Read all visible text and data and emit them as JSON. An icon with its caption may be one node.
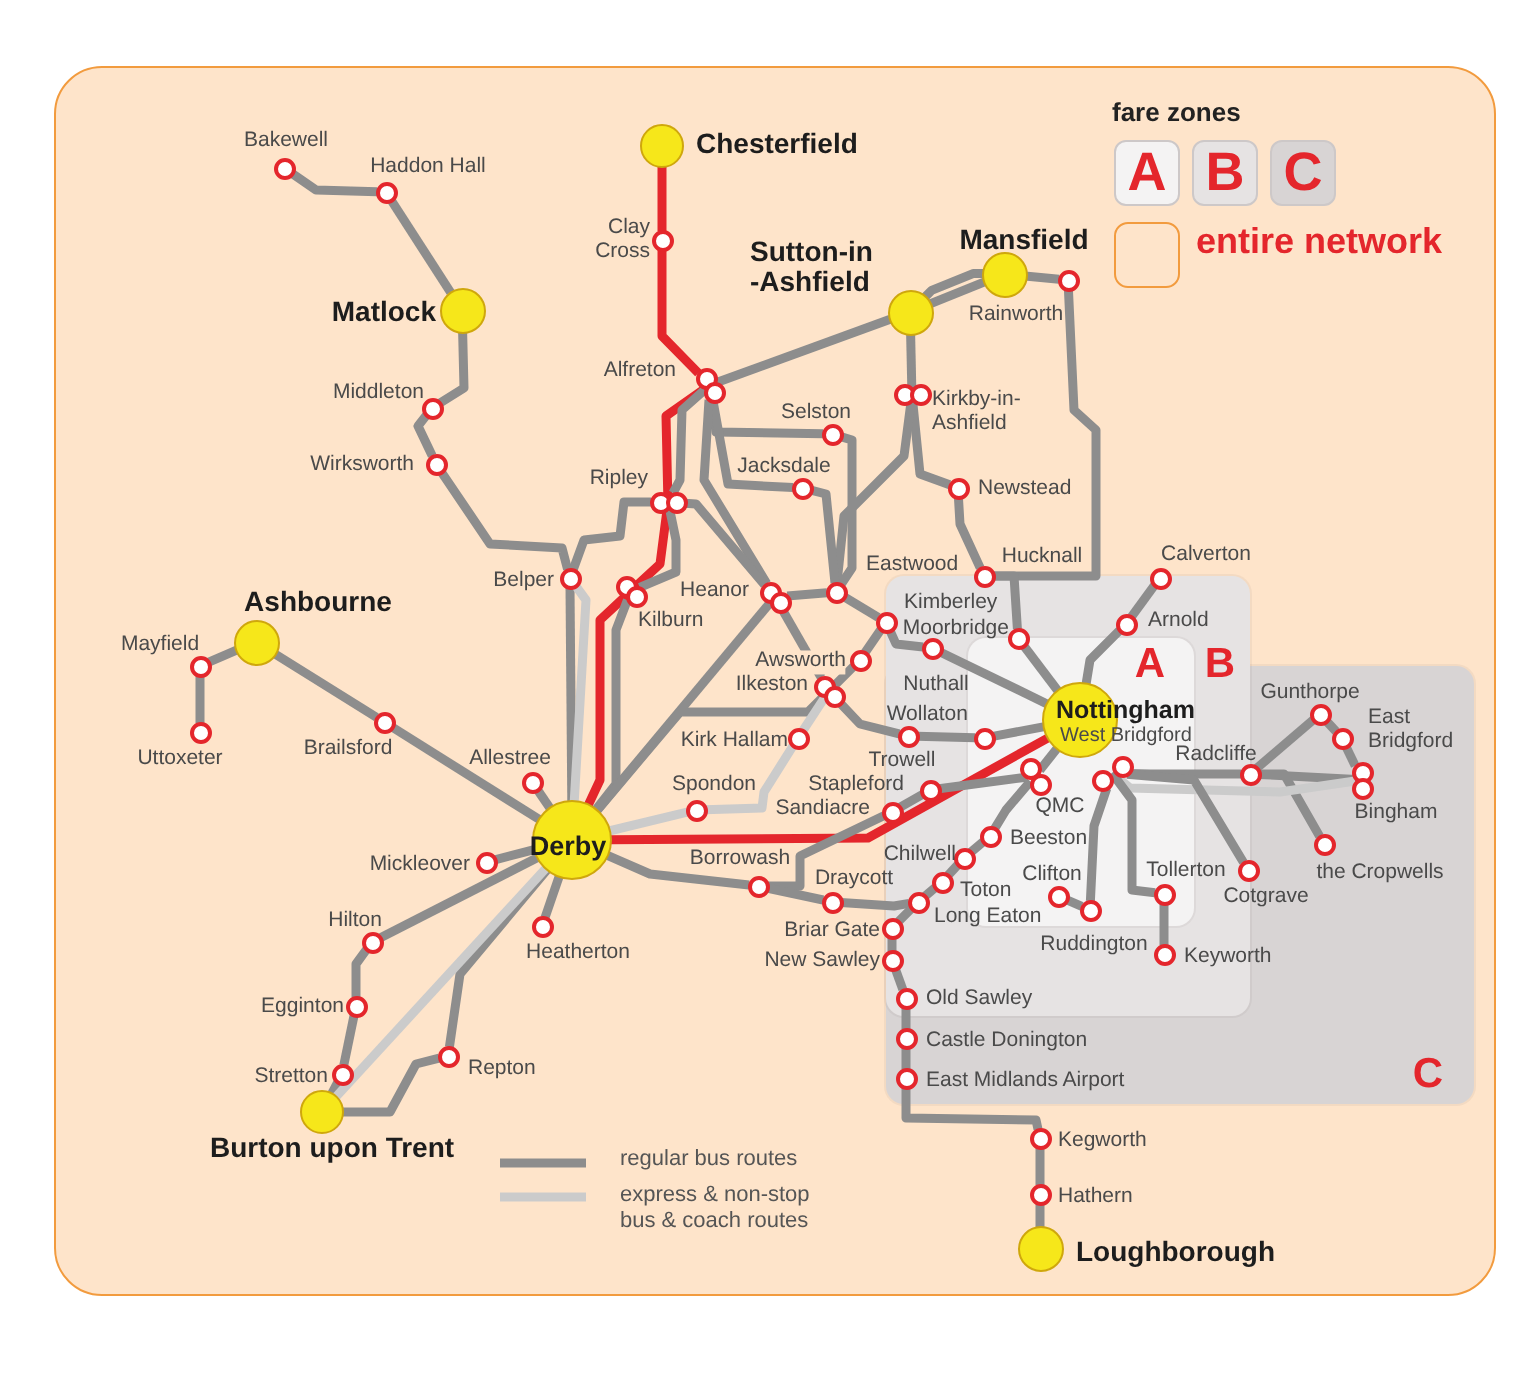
{
  "diagram": {
    "nodes": [
      {
        "text": [
          "Chesterfield"
        ]
      },
      {
        "text": [
          "Bakewell"
        ]
      },
      {
        "text": [
          "Haddon Hall"
        ]
      },
      {
        "text": [
          "Clay Cross"
        ]
      },
      {
        "text": [
          "Mansfield"
        ]
      },
      {
        "text": [
          "Rainworth"
        ]
      },
      {
        "text": [
          "Matlock"
        ]
      },
      {
        "text": [
          "Sutton-in -Ashfield"
        ]
      },
      {
        "text": [
          "Alfreton"
        ]
      },
      {
        "text": [
          "Kirkby-in- Ashfield"
        ]
      },
      {
        "text": [
          "Middleton"
        ]
      },
      {
        "text": [
          "Selston"
        ]
      },
      {
        "text": [
          "Wirksworth"
        ]
      },
      {
        "text": [
          "Jacksdale"
        ]
      },
      {
        "text": [
          "Newstead"
        ]
      },
      {
        "text": [
          "Ripley"
        ]
      },
      {
        "text": [
          "Hucknall"
        ]
      },
      {
        "text": [
          "Calverton"
        ]
      },
      {
        "text": [
          "Belper"
        ]
      },
      {
        "text": [
          "Kilburn"
        ]
      },
      {
        "text": [
          "Heanor"
        ]
      },
      {
        "text": [
          "Eastwood"
        ]
      },
      {
        "text": [
          "Kimberley"
        ]
      },
      {
        "text": [
          "Arnold"
        ]
      },
      {
        "text": [
          "Moorbridge"
        ]
      },
      {
        "text": [
          "Ashbourne"
        ]
      },
      {
        "text": [
          "Nuthall"
        ]
      },
      {
        "text": [
          "Awsworth"
        ]
      },
      {
        "text": [
          "Mayfield"
        ]
      },
      {
        "text": [
          "Ilkeston"
        ]
      },
      {
        "text": [
          "Nottingham"
        ]
      },
      {
        "text": [
          "West Bridgford"
        ]
      },
      {
        "text": [
          "Brailsford"
        ]
      },
      {
        "text": [
          "Uttoxeter"
        ]
      },
      {
        "text": [
          "Wollaton"
        ]
      },
      {
        "text": [
          "Trowell"
        ]
      },
      {
        "text": [
          "Kirk Hallam"
        ]
      },
      {
        "text": [
          "Gunthorpe"
        ]
      },
      {
        "text": [
          "East Bridgford"
        ]
      },
      {
        "text": [
          "QMC"
        ]
      },
      {
        "text": [
          "Radcliffe"
        ]
      },
      {
        "text": [
          "Bingham"
        ]
      },
      {
        "text": [
          "Allestree"
        ]
      },
      {
        "text": [
          "Stapleford"
        ]
      },
      {
        "text": [
          "Spondon"
        ]
      },
      {
        "text": [
          "Sandiacre"
        ]
      },
      {
        "text": [
          "Beeston"
        ]
      },
      {
        "text": [
          "Derby"
        ]
      },
      {
        "text": [
          "the Cropwells"
        ]
      },
      {
        "text": [
          "Chilwell"
        ]
      },
      {
        "text": [
          "Mickleover"
        ]
      },
      {
        "text": [
          "Cotgrave"
        ]
      },
      {
        "text": [
          "Borrowash"
        ]
      },
      {
        "text": [
          "Toton"
        ]
      },
      {
        "text": [
          "Clifton"
        ]
      },
      {
        "text": [
          "Tollerton"
        ]
      },
      {
        "text": [
          "Draycott"
        ]
      },
      {
        "text": [
          "Long Eaton"
        ]
      },
      {
        "text": [
          "Ruddington"
        ]
      },
      {
        "text": [
          "Heatherton"
        ]
      },
      {
        "text": [
          "Briar Gate"
        ]
      },
      {
        "text": [
          "Hilton"
        ]
      },
      {
        "text": [
          "Keyworth"
        ]
      },
      {
        "text": [
          "New Sawley"
        ]
      },
      {
        "text": [
          "Old Sawley"
        ]
      },
      {
        "text": [
          "Egginton"
        ]
      },
      {
        "text": [
          "Castle Donington"
        ]
      },
      {
        "text": [
          "Repton"
        ]
      },
      {
        "text": [
          "Stretton"
        ]
      },
      {
        "text": [
          "East Midlands Airport"
        ]
      },
      {
        "text": [
          "Burton upon Trent"
        ]
      },
      {
        "text": [
          "Kegworth"
        ]
      },
      {
        "text": [
          "Hathern"
        ]
      },
      {
        "text": [
          "Loughborough"
        ]
      }
    ],
    "edges": [
      {
        "from": 1,
        "to": 2,
        "arrow": "none"
      },
      {
        "from": 2,
        "to": 6,
        "arrow": "none"
      },
      {
        "from": 6,
        "to": 10,
        "arrow": "none"
      },
      {
        "from": 10,
        "to": 12,
        "arrow": "none"
      },
      {
        "from": 12,
        "to": 18,
        "arrow": "none"
      },
      {
        "from": 15,
        "to": 18,
        "arrow": "none"
      },
      {
        "from": 18,
        "to": 47,
        "arrow": "none"
      },
      {
        "from": 18,
        "to": 47,
        "arrow": "none",
        "color": "#cbcbcb"
      },
      {
        "from": 0,
        "to": 3,
        "arrow": "none",
        "color": "#e4262c"
      },
      {
        "from": 3,
        "to": 8,
        "arrow": "none",
        "color": "#e4262c"
      },
      {
        "from": 8,
        "to": 15,
        "arrow": "none",
        "color": "#e4262c"
      },
      {
        "from": 15,
        "to": 19,
        "arrow": "none",
        "color": "#e4262c"
      },
      {
        "from": 19,
        "to": 47,
        "arrow": "none",
        "color": "#e4262c"
      },
      {
        "from": 8,
        "to": 15,
        "arrow": "none"
      },
      {
        "from": 15,
        "to": 19,
        "arrow": "none"
      },
      {
        "from": 19,
        "to": 47,
        "arrow": "none"
      },
      {
        "from": 8,
        "to": 7,
        "arrow": "none"
      },
      {
        "from": 7,
        "to": 4,
        "arrow": "none"
      },
      {
        "from": 7,
        "to": 4,
        "arrow": "none"
      },
      {
        "from": 4,
        "to": 5,
        "arrow": "none"
      },
      {
        "from": 5,
        "to": 16,
        "arrow": "none"
      },
      {
        "from": 7,
        "to": 9,
        "arrow": "none"
      },
      {
        "from": 9,
        "to": 14,
        "arrow": "none"
      },
      {
        "from": 14,
        "to": 16,
        "arrow": "none"
      },
      {
        "from": 9,
        "to": 21,
        "arrow": "none"
      },
      {
        "from": 8,
        "to": 11,
        "arrow": "none"
      },
      {
        "from": 11,
        "to": 21,
        "arrow": "none"
      },
      {
        "from": 8,
        "to": 13,
        "arrow": "none"
      },
      {
        "from": 13,
        "to": 21,
        "arrow": "none"
      },
      {
        "from": 8,
        "to": 20,
        "arrow": "none"
      },
      {
        "from": 15,
        "to": 20,
        "arrow": "none"
      },
      {
        "from": 20,
        "to": 21,
        "arrow": "none"
      },
      {
        "from": 20,
        "to": 47,
        "arrow": "none"
      },
      {
        "from": 21,
        "to": 22,
        "arrow": "none"
      },
      {
        "from": 22,
        "to": 26,
        "arrow": "none"
      },
      {
        "from": 26,
        "to": 30,
        "arrow": "none"
      },
      {
        "from": 22,
        "to": 27,
        "arrow": "none"
      },
      {
        "from": 27,
        "to": 29,
        "arrow": "none"
      },
      {
        "from": 20,
        "to": 29,
        "arrow": "none"
      },
      {
        "from": 29,
        "to": 35,
        "arrow": "none"
      },
      {
        "from": 35,
        "to": 34,
        "arrow": "none"
      },
      {
        "from": 34,
        "to": 30,
        "arrow": "none"
      },
      {
        "from": 29,
        "to": 47,
        "arrow": "none"
      },
      {
        "from": 29,
        "to": 36,
        "arrow": "none",
        "color": "#cbcbcb"
      },
      {
        "from": 36,
        "to": 44,
        "arrow": "none",
        "color": "#cbcbcb"
      },
      {
        "from": 44,
        "to": 47,
        "arrow": "none",
        "color": "#cbcbcb"
      },
      {
        "from": 47,
        "to": 30,
        "arrow": "none",
        "color": "#e4262c"
      },
      {
        "from": 47,
        "to": 52,
        "arrow": "none"
      },
      {
        "from": 52,
        "to": 45,
        "arrow": "none"
      },
      {
        "from": 45,
        "to": 43,
        "arrow": "none"
      },
      {
        "from": 43,
        "to": 39,
        "arrow": "none"
      },
      {
        "from": 39,
        "to": 30,
        "arrow": "none"
      },
      {
        "from": 52,
        "to": 56,
        "arrow": "none"
      },
      {
        "from": 56,
        "to": 57,
        "arrow": "none"
      },
      {
        "from": 57,
        "to": 53,
        "arrow": "none"
      },
      {
        "from": 53,
        "to": 49,
        "arrow": "none"
      },
      {
        "from": 49,
        "to": 46,
        "arrow": "none"
      },
      {
        "from": 46,
        "to": 39,
        "arrow": "none"
      },
      {
        "from": 57,
        "to": 60,
        "arrow": "none"
      },
      {
        "from": 60,
        "to": 63,
        "arrow": "none"
      },
      {
        "from": 63,
        "to": 64,
        "arrow": "none"
      },
      {
        "from": 64,
        "to": 66,
        "arrow": "none"
      },
      {
        "from": 66,
        "to": 69,
        "arrow": "none"
      },
      {
        "from": 69,
        "to": 71,
        "arrow": "none"
      },
      {
        "from": 71,
        "to": 72,
        "arrow": "none"
      },
      {
        "from": 72,
        "to": 73,
        "arrow": "none"
      },
      {
        "from": 16,
        "to": 24,
        "arrow": "none"
      },
      {
        "from": 24,
        "to": 30,
        "arrow": "none"
      },
      {
        "from": 17,
        "to": 23,
        "arrow": "none"
      },
      {
        "from": 23,
        "to": 30,
        "arrow": "none"
      },
      {
        "from": 31,
        "to": 40,
        "arrow": "none"
      },
      {
        "from": 40,
        "to": 37,
        "arrow": "none"
      },
      {
        "from": 37,
        "to": 38,
        "arrow": "none"
      },
      {
        "from": 38,
        "to": 41,
        "arrow": "none"
      },
      {
        "from": 40,
        "to": 41,
        "arrow": "none"
      },
      {
        "from": 40,
        "to": 48,
        "arrow": "none"
      },
      {
        "from": 31,
        "to": 41,
        "arrow": "none",
        "color": "#cbcbcb"
      },
      {
        "from": 31,
        "to": 51,
        "arrow": "none"
      },
      {
        "from": 31,
        "to": 55,
        "arrow": "none"
      },
      {
        "from": 55,
        "to": 62,
        "arrow": "none"
      },
      {
        "from": 31,
        "to": 58,
        "arrow": "none"
      },
      {
        "from": 54,
        "to": 58,
        "arrow": "none"
      },
      {
        "from": 28,
        "to": 25,
        "arrow": "none"
      },
      {
        "from": 33,
        "to": 28,
        "arrow": "none"
      },
      {
        "from": 25,
        "to": 32,
        "arrow": "none"
      },
      {
        "from": 32,
        "to": 47,
        "arrow": "none"
      },
      {
        "from": 42,
        "to": 47,
        "arrow": "none"
      },
      {
        "from": 50,
        "to": 47,
        "arrow": "none"
      },
      {
        "from": 47,
        "to": 61,
        "arrow": "none"
      },
      {
        "from": 61,
        "to": 65,
        "arrow": "none"
      },
      {
        "from": 65,
        "to": 68,
        "arrow": "none"
      },
      {
        "from": 68,
        "to": 70,
        "arrow": "none"
      },
      {
        "from": 47,
        "to": 59,
        "arrow": "none"
      },
      {
        "from": 47,
        "to": 67,
        "arrow": "none"
      },
      {
        "from": 67,
        "to": 70,
        "arrow": "none"
      },
      {
        "from": 47,
        "to": 70,
        "arrow": "none",
        "color": "#cbcbcb"
      }
    ],
    "labels": [
      "fare zones",
      "A",
      "B",
      "C"
    ],
    "legend": [
      {
        "text": "A",
        "color": "#f4f3f3"
      },
      {
        "text": "B",
        "color": "#e6e3e3"
      },
      {
        "text": "C",
        "color": "#d8d4d4"
      },
      {
        "text": "entire network",
        "color": "#fee4ca"
      },
      {
        "text": "regular bus routes"
      },
      {
        "text": "express & non-stop bus & coach routes"
      }
    ]
  }
}
